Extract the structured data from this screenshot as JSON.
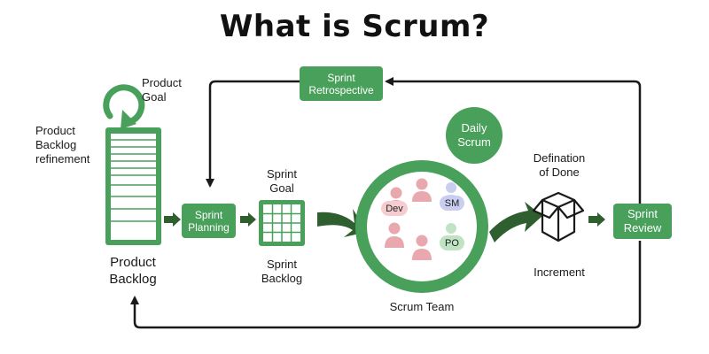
{
  "title": "What is Scrum?",
  "labels": {
    "product_goal": [
      "Product",
      "Goal"
    ],
    "backlog_refinement": [
      "Product",
      "Backlog",
      "refinement"
    ],
    "product_backlog": [
      "Product",
      "Backlog"
    ],
    "sprint_goal": [
      "Sprint",
      "Goal"
    ],
    "sprint_backlog": [
      "Sprint",
      "Backlog"
    ],
    "scrum_team": "Scrum Team",
    "definition_of_done": [
      "Defination",
      "of Done"
    ],
    "increment": "Increment"
  },
  "boxes": {
    "sprint_retrospective": [
      "Sprint",
      "Retrospective"
    ],
    "sprint_planning": [
      "Sprint",
      "Planning"
    ],
    "sprint_review": [
      "Sprint",
      "Review"
    ],
    "daily_scrum": [
      "Daily",
      "Scrum"
    ]
  },
  "team_roles": {
    "dev": "Dev",
    "sm": "SM",
    "po": "PO"
  },
  "colors": {
    "green": "#49a05a",
    "dark_green": "#2f5e2f",
    "pink": "#e9a7ae",
    "pill_pink": "#f5cdd1",
    "lavender": "#c9cdf0",
    "light_green": "#bfe3c3",
    "line": "#1a1a1a"
  }
}
